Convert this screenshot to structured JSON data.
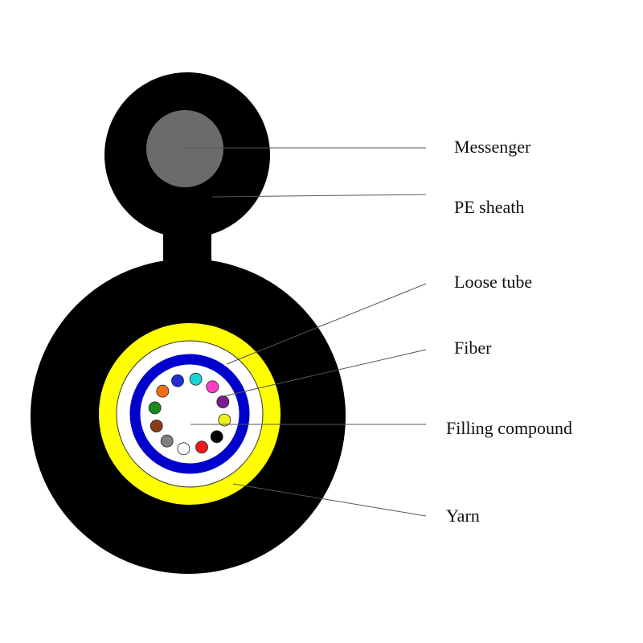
{
  "labels": {
    "messenger": "Messenger",
    "pe_sheath": "PE sheath",
    "loose_tube": "Loose tube",
    "fiber": "Fiber",
    "filling_compound": "Filling compound",
    "yarn": "Yarn"
  },
  "colors": {
    "sheath": "#000000",
    "messenger": "#6b6b6b",
    "yarn": "#ffff00",
    "loose_tube": "#0000cc",
    "filling": "#ffffff",
    "leader_line": "#555555"
  },
  "fibers": [
    {
      "name": "blue",
      "color": "#1f2fd0"
    },
    {
      "name": "aqua",
      "color": "#19d3d3"
    },
    {
      "name": "rose",
      "color": "#ff3ec8"
    },
    {
      "name": "violet",
      "color": "#7a1c8e"
    },
    {
      "name": "yellow",
      "color": "#f2ef18"
    },
    {
      "name": "black",
      "color": "#000000"
    },
    {
      "name": "red",
      "color": "#ee1a1a"
    },
    {
      "name": "white",
      "color": "#ffffff"
    },
    {
      "name": "slate",
      "color": "#7f7f7f"
    },
    {
      "name": "brown",
      "color": "#8b3a16"
    },
    {
      "name": "green",
      "color": "#188a1e"
    },
    {
      "name": "orange",
      "color": "#f07018"
    }
  ]
}
